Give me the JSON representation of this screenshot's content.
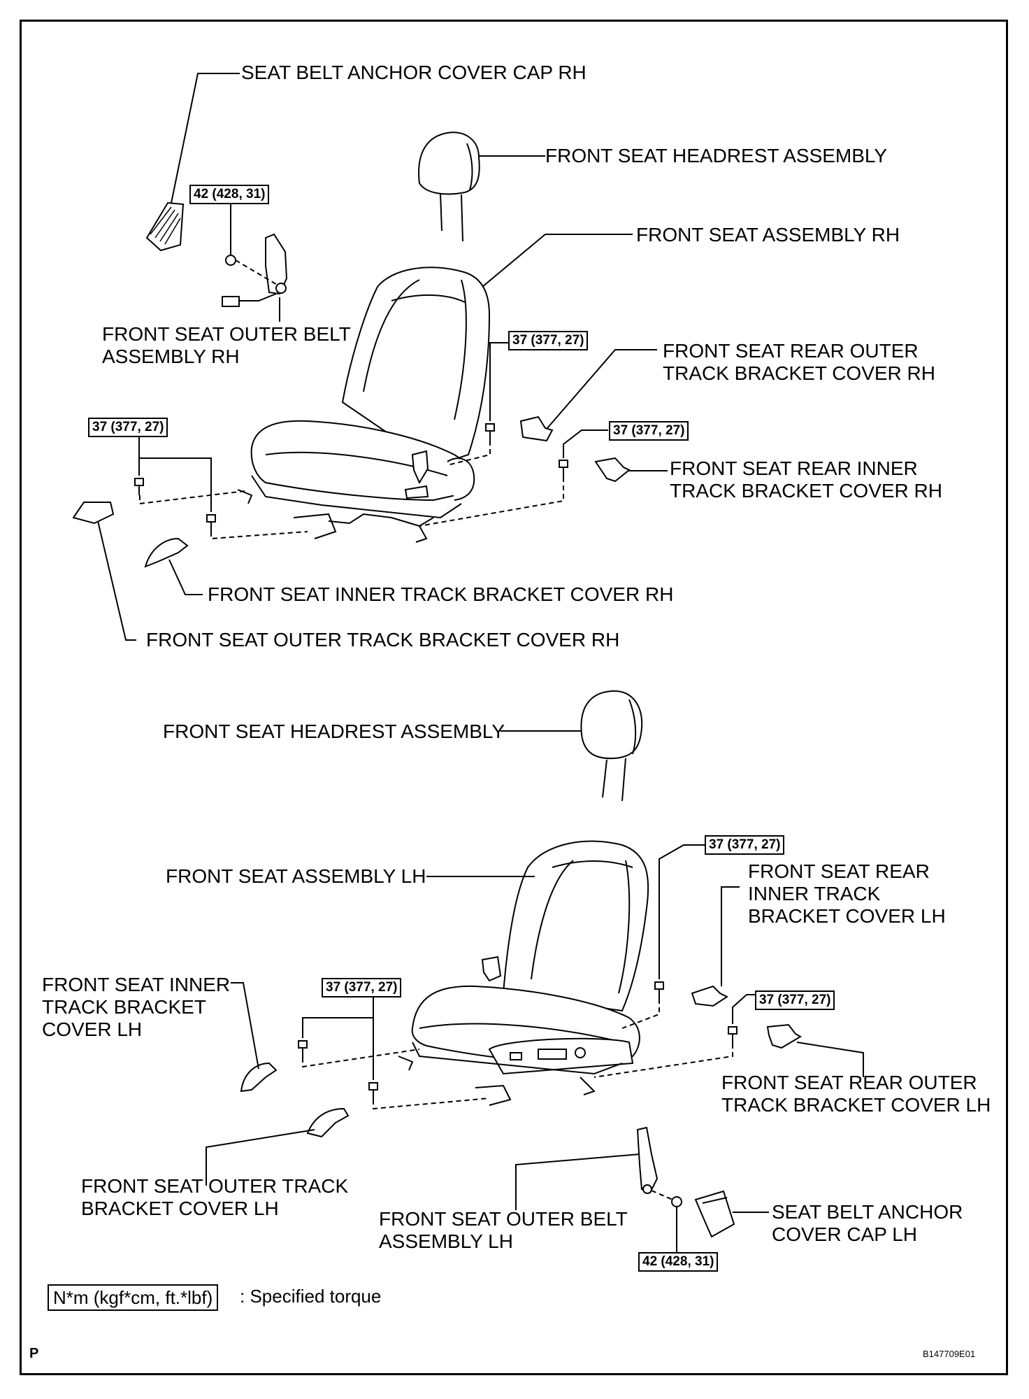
{
  "rh": {
    "belt_anchor_cap": "SEAT BELT ANCHOR COVER CAP RH",
    "headrest": "FRONT SEAT HEADREST ASSEMBLY",
    "seat_assembly": "FRONT SEAT ASSEMBLY RH",
    "outer_belt": "FRONT SEAT OUTER BELT\nASSEMBLY RH",
    "rear_outer_cover": "FRONT SEAT REAR OUTER\nTRACK BRACKET COVER RH",
    "rear_inner_cover": "FRONT SEAT REAR INNER\nTRACK BRACKET COVER RH",
    "inner_cover": "FRONT SEAT INNER TRACK BRACKET COVER RH",
    "outer_cover": "FRONT SEAT OUTER TRACK BRACKET COVER RH",
    "torque_belt": "42 (428, 31)",
    "torque_front": "37 (377, 27)",
    "torque_rear_outer": "37 (377, 27)",
    "torque_rear_inner": "37 (377, 27)"
  },
  "lh": {
    "headrest": "FRONT SEAT HEADREST ASSEMBLY",
    "seat_assembly": "FRONT SEAT ASSEMBLY LH",
    "rear_inner_cover": "FRONT SEAT REAR\nINNER TRACK\nBRACKET COVER LH",
    "inner_cover": "FRONT SEAT INNER\nTRACK BRACKET\nCOVER LH",
    "rear_outer_cover": "FRONT SEAT REAR OUTER\nTRACK BRACKET COVER LH",
    "outer_cover": "FRONT SEAT OUTER TRACK\nBRACKET COVER LH",
    "outer_belt": "FRONT SEAT OUTER BELT\nASSEMBLY LH",
    "belt_anchor_cap": "SEAT BELT ANCHOR\nCOVER CAP LH",
    "torque_rear_top": "37 (377, 27)",
    "torque_front": "37 (377, 27)",
    "torque_rear_right": "37 (377, 27)",
    "torque_belt": "42 (428, 31)"
  },
  "legend": {
    "unit": "N*m (kgf*cm, ft.*lbf)",
    "text": ": Specified torque"
  },
  "footer": {
    "left": "P",
    "right": "B147709E01"
  }
}
